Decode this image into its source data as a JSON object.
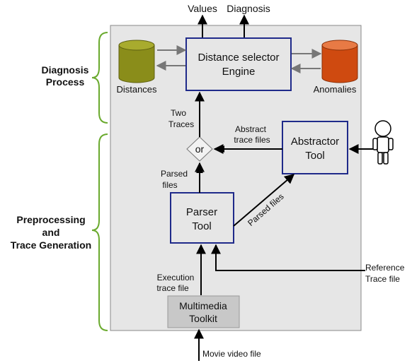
{
  "top_outputs": {
    "values": "Values",
    "diagnosis": "Diagnosis"
  },
  "sections": {
    "diagnosis": [
      "Diagnosis",
      "Process"
    ],
    "preprocessing": [
      "Preprocessing",
      "and",
      "Trace Generation"
    ]
  },
  "engine": {
    "line1": "Distance selector",
    "line2": "Engine"
  },
  "databases": {
    "distances": "Distances",
    "anomalies": "Anomalies"
  },
  "colors": {
    "panel_bg": "#e6e6e6",
    "box_border": "#1f2a8a",
    "brace": "#6aaa2e",
    "distances_db": "#8a8d1a",
    "anomalies_db": "#cf4a10",
    "toolkit_bg": "#c8c8c8"
  },
  "edges": {
    "two_traces": [
      "Two",
      "Traces"
    ],
    "abstract_trace_files": [
      "Abstract",
      "trace files"
    ],
    "parsed_files_up": [
      "Parsed",
      "files"
    ],
    "parsed_files_diag": "Parsed files",
    "execution_trace_file": [
      "Execution",
      "trace file"
    ],
    "reference_trace_file": [
      "Reference",
      "Trace file"
    ],
    "movie_video_file": "Movie video file"
  },
  "merge": {
    "label": "or"
  },
  "abstractor": {
    "line1": "Abstractor",
    "line2": "Tool"
  },
  "parser": {
    "line1": "Parser",
    "line2": "Tool"
  },
  "toolkit": {
    "line1": "Multimedia",
    "line2": "Toolkit"
  },
  "actor": {
    "icon": "user-figure-icon"
  }
}
